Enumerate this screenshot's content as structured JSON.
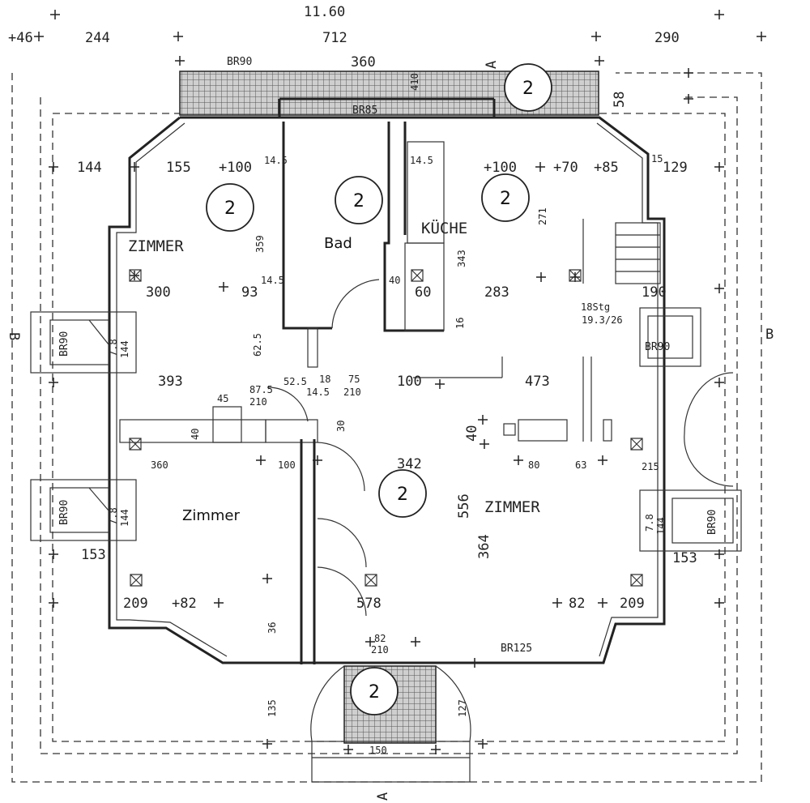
{
  "title_dimension": "11.60",
  "top_dims": [
    "+46",
    "244",
    "712",
    "290"
  ],
  "inner_top_dim": "360",
  "window_labels": {
    "br90_top": "BR90",
    "br85": "BR85",
    "br90_left1": "BR90",
    "br90_left2": "BR90",
    "br90_right1": "BR90",
    "br90_right2": "BR90",
    "br125": "BR125"
  },
  "section_marks": {
    "a_top": "A",
    "a_bottom": "A",
    "b_left": "B",
    "b_right": "B"
  },
  "zone_number": "2",
  "rooms": {
    "zimmer_top_left": "ZIMMER",
    "bad": "Bad",
    "kuche": "KÜCHE",
    "zimmer_main": "ZIMMER",
    "zimmer_lower_left": "Zimmer"
  },
  "dims": {
    "d144": "144",
    "d155": "155",
    "d100a": "+100",
    "d14_5a": "14.5",
    "d14_5b": "14.5",
    "d14_5c": "14.5",
    "d14_5d": "14.5",
    "d100b": "+100",
    "d70": "+70",
    "d85": "+85",
    "d15": "15",
    "d129": "129",
    "d58": "58",
    "d410": "410",
    "d359": "359",
    "d343": "343",
    "d271": "271",
    "d300": "300",
    "d93": "93",
    "d40a": "40",
    "d60": "60",
    "d283": "283",
    "d190": "190",
    "stairs1": "18Stg",
    "stairs2": "19.3/26",
    "d393": "393",
    "d62_5": "62.5",
    "d87_5": "87.5",
    "d210a": "210",
    "d52_5": "52.5",
    "d18": "18",
    "d75": "75",
    "d210b": "210",
    "d100c": "100",
    "d473": "473",
    "d45": "45",
    "d40b": "40",
    "d30": "30",
    "d40c": "40",
    "d360b": "360",
    "d100d": "100",
    "d342": "342",
    "d80": "80",
    "d63": "63",
    "d215": "215",
    "d7_8a": "7.8",
    "d144b": "144",
    "d7_8b": "7.8",
    "d144c": "144",
    "d7_8c": "7.8",
    "d144d": "144",
    "d556": "556",
    "d364": "364",
    "d153a": "153",
    "d153b": "153",
    "d209a": "209",
    "d82a": "+82",
    "d36": "36",
    "d578": "578",
    "d82b": "82",
    "d209b": "209",
    "d82c": "82",
    "d210c": "210",
    "d135": "135",
    "d127": "127",
    "d150": "150",
    "d16": "16"
  }
}
